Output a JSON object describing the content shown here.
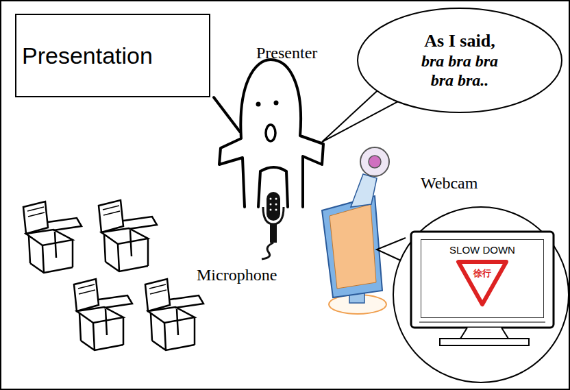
{
  "diagram": {
    "nodes": [
      {
        "text": [
          "Presentation"
        ]
      },
      {
        "text": [
          "As I said,",
          "bra bra bra bra bra.."
        ]
      },
      {
        "text": [
          "SLOW DOWN"
        ]
      },
      {
        "text": [
          "徐行"
        ],
        "in": 2
      }
    ],
    "labels": [
      "Presenter",
      "Microphone",
      "Webcam"
    ]
  }
}
